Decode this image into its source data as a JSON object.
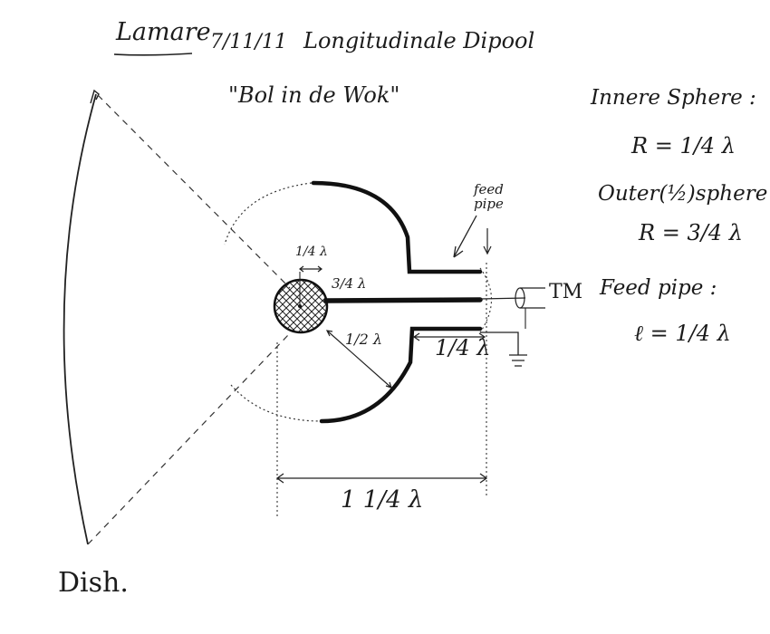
{
  "header": {
    "author": "Lamare",
    "date": "7/11/11",
    "title": "Longitudinale Dipool",
    "subtitle": "\"Bol in de Wok\""
  },
  "labels": {
    "inner_radius": "1/4 λ",
    "coax": "3/4 λ",
    "gap": "1/2 λ",
    "feed_length": "1/4 λ",
    "total_width": "1 1/4 λ",
    "feed_pipe": [
      "feed",
      "pipe"
    ],
    "tm": "TM",
    "dish": "Dish."
  },
  "notes": [
    {
      "heading": "Innere Sphere :",
      "value": "R = 1/4 λ"
    },
    {
      "heading": "Outer(½)sphere :",
      "value": "R = 3/4 λ"
    },
    {
      "heading": "Feed pipe :",
      "value": "ℓ = 1/4 λ"
    }
  ]
}
